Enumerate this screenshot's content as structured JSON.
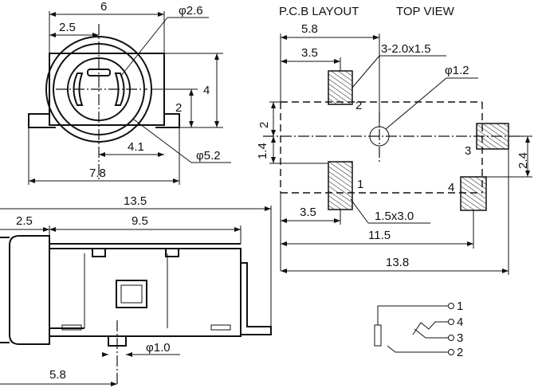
{
  "header": {
    "pcb_layout": "P.C.B LAYOUT",
    "top_view": "TOP VIEW"
  },
  "front_view": {
    "dim_width": "6",
    "dim_offset": "2.5",
    "dim_hole_dia": "φ2.6",
    "dim_height": "4",
    "dim_center_height": "2",
    "dim_center_offset": "4.1",
    "dim_outer_dia": "φ5.2",
    "dim_total_width": "7.8"
  },
  "side_view": {
    "dim_length": "13.5",
    "dim_front": "2.5",
    "dim_body": "9.5",
    "dim_post_offset": "5.8",
    "dim_post_dia": "φ1.0"
  },
  "pcb_layout": {
    "dim_width": "5.8",
    "dim_pad_offset": "3.5",
    "dim_pad_size_top": "3-2.0x1.5",
    "dim_hole_dia": "φ1.2",
    "dim_pitch_2": "2",
    "dim_pitch_14": "1.4",
    "dim_pitch_24": "2.4",
    "dim_pad_offset_bottom": "3.5",
    "dim_pad_size_bottom": "1.5x3.0",
    "dim_115": "11.5",
    "dim_138": "13.8",
    "pad_label_1": "1",
    "pad_label_2": "2",
    "pad_label_3": "3",
    "pad_label_4": "4"
  },
  "schematic": {
    "pin_1": "1",
    "pin_4": "4",
    "pin_3": "3",
    "pin_2": "2"
  }
}
